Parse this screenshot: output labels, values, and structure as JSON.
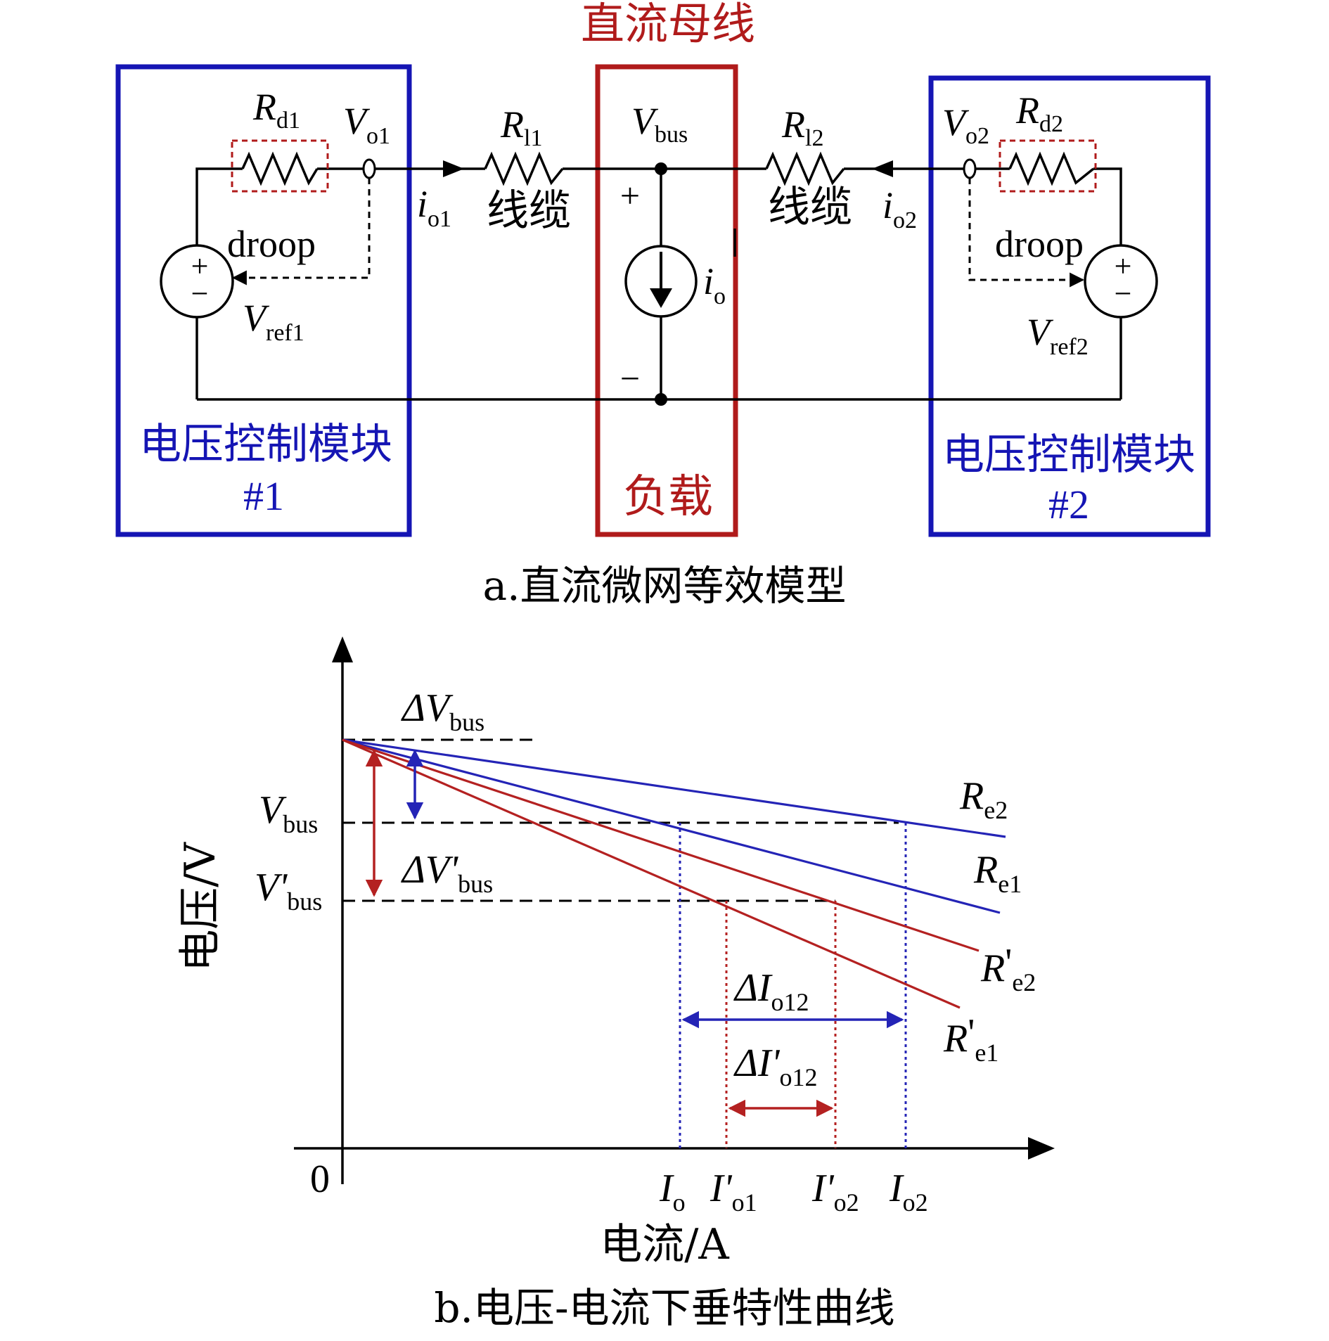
{
  "colors": {
    "module_border": "#1515b4",
    "bus_border": "#b01b1b",
    "line_blue": "#2424b6",
    "line_red": "#b42121",
    "black": "#000000"
  },
  "diagram_a": {
    "bus_title": "直流母线",
    "module1": {
      "name": "电压控制模块",
      "number": "#1"
    },
    "module2": {
      "name": "电压控制模块",
      "number": "#2"
    },
    "load_label": "负载",
    "caption": "a.直流微网等效模型",
    "labels": {
      "rd1_main": "R",
      "rd1_sub": "d1",
      "vo1_main": "V",
      "vo1_sub": "o1",
      "rl1_main": "R",
      "rl1_sub": "l1",
      "cable1": "线缆",
      "io1_main": "i",
      "io1_sub": "o1",
      "droop1": "droop",
      "vref1_main": "V",
      "vref1_sub": "ref1",
      "vbus_main": "V",
      "vbus_sub": "bus",
      "plus": "+",
      "minus": "−",
      "io_main": "i",
      "io_sub": "o",
      "rl2_main": "R",
      "rl2_sub": "l2",
      "cable2": "线缆",
      "io2_main": "i",
      "io2_sub": "o2",
      "vo2_main": "V",
      "vo2_sub": "o2",
      "rd2_main": "R",
      "rd2_sub": "d2",
      "droop2": "droop",
      "vref2_main": "V",
      "vref2_sub": "ref2",
      "src_plus": "+",
      "src_minus": "−"
    }
  },
  "chart_data": {
    "type": "line",
    "xlabel": "电流/A",
    "ylabel": "电压/V",
    "origin_label": "0",
    "caption": "b.电压-电流下垂特性曲线",
    "series": [
      {
        "name": "Re2",
        "color": "#2424b6",
        "label_main": "R",
        "label_prime": "",
        "label_sub": "e2"
      },
      {
        "name": "Re1",
        "color": "#2424b6",
        "label_main": "R",
        "label_prime": "",
        "label_sub": "e1"
      },
      {
        "name": "R'e2",
        "color": "#b42121",
        "label_main": "R",
        "label_prime": "'",
        "label_sub": "e2"
      },
      {
        "name": "R'e1",
        "color": "#b42121",
        "label_main": "R",
        "label_prime": "'",
        "label_sub": "e1"
      }
    ],
    "y_labels": {
      "vbus_main": "V",
      "vbus_sub": "bus",
      "vbusp_main": "V'",
      "vbusp_sub": "bus",
      "dvbus_main": "ΔV",
      "dvbus_sub": "bus",
      "dvbusp_main": "ΔV'",
      "dvbusp_sub": "bus"
    },
    "x_labels": [
      {
        "main": "I",
        "sub": "o"
      },
      {
        "main": "I'",
        "sub": "o1"
      },
      {
        "main": "I'",
        "sub": "o2"
      },
      {
        "main": "I",
        "sub": "o2"
      }
    ],
    "delta_labels": {
      "dio12_main": "ΔI",
      "dio12_sub": "o12",
      "dio12p_main": "ΔI'",
      "dio12p_sub": "o12"
    }
  }
}
